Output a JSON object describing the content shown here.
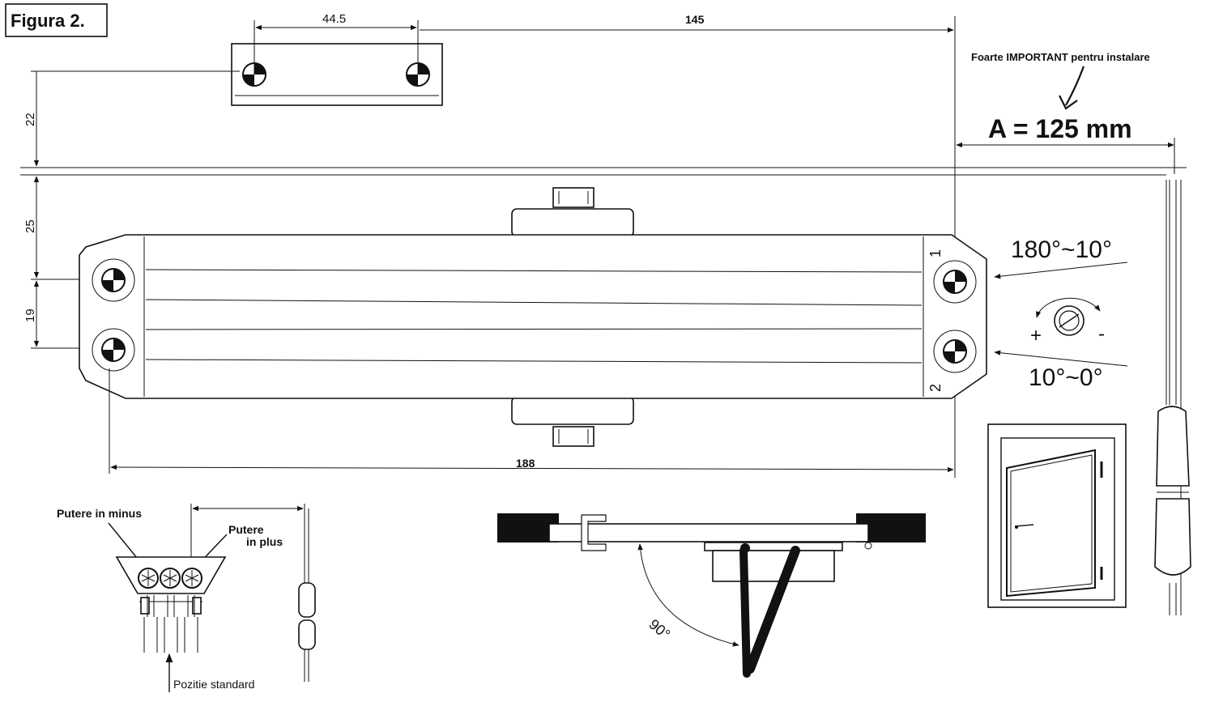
{
  "figure_title": "Figura 2.",
  "dimensions": {
    "top_spacing": "44.5",
    "to_reference": "145",
    "left_upper": "22",
    "left_middle": "25",
    "left_lower": "19",
    "bottom_length": "188"
  },
  "important_note": "Foarte IMPORTANT pentru instalare",
  "a_value": "A = 125 mm",
  "valve_labels": {
    "valve_1_number": "1",
    "valve_2_number": "2",
    "valve_1_range": "180°~10°",
    "valve_2_range": "10°~0°",
    "plus_sign": "+",
    "minus_sign": "-"
  },
  "spring_adjustment": {
    "minus_label": "Putere in minus",
    "plus_label_line1": "Putere",
    "plus_label_line2": "in plus",
    "standard_label": "Pozitie standard"
  },
  "arm_angle": "90°"
}
